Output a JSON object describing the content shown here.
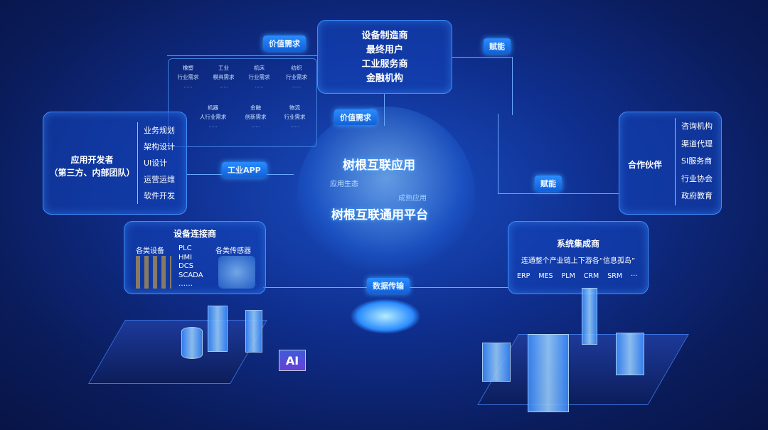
{
  "top_box": {
    "lines": [
      "设备制造商",
      "最终用户",
      "工业服务商",
      "金融机构"
    ]
  },
  "tags": {
    "value_demand_top": "价值需求",
    "value_demand_mid": "价值需求",
    "empower_top": "赋能",
    "empower_mid": "赋能",
    "industrial_app": "工业APP",
    "data_transfer": "数据传输"
  },
  "needs_grid": [
    {
      "title": "橡塑",
      "sub": "行业需求",
      "desc": "……"
    },
    {
      "title": "工业",
      "sub": "模具需求",
      "desc": "……"
    },
    {
      "title": "机床",
      "sub": "行业需求",
      "desc": "……"
    },
    {
      "title": "纺织",
      "sub": "行业需求",
      "desc": "……"
    },
    {
      "title": "机器",
      "sub": "人行业需求",
      "desc": "……"
    },
    {
      "title": "金融",
      "sub": "创新需求",
      "desc": "……"
    },
    {
      "title": "物流",
      "sub": "行业需求",
      "desc": "……"
    }
  ],
  "developer": {
    "title": "应用开发者",
    "subtitle": "（第三方、内部团队）",
    "items": [
      "业务规划",
      "架构设计",
      "UI设计",
      "运营运维",
      "软件开发"
    ]
  },
  "partner": {
    "title": "合作伙伴",
    "items": [
      "咨询机构",
      "渠道代理",
      "SI服务商",
      "行业协会",
      "政府教育"
    ]
  },
  "center": {
    "app": "树根互联应用",
    "eco": "应用生态",
    "mature": "成熟应用",
    "platform": "树根互联通用平台"
  },
  "device": {
    "title": "设备连接商",
    "col1": "各类设备",
    "protocols": [
      "PLC",
      "HMI",
      "DCS",
      "SCADA",
      "……"
    ],
    "col3": "各类传感器"
  },
  "integrator": {
    "title": "系统集成商",
    "desc": "连通整个产业链上下游各“信息孤岛”",
    "systems": [
      "ERP",
      "MES",
      "PLM",
      "CRM",
      "SRM",
      "···"
    ]
  },
  "ai_label": "AI"
}
